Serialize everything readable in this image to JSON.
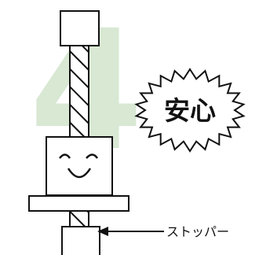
{
  "background_numeral": "4",
  "burst_label": "安心",
  "callout_label": "ストッパー",
  "colors": {
    "numeral": "#d8e8d3",
    "stroke": "#111111",
    "fill": "#ffffff"
  }
}
